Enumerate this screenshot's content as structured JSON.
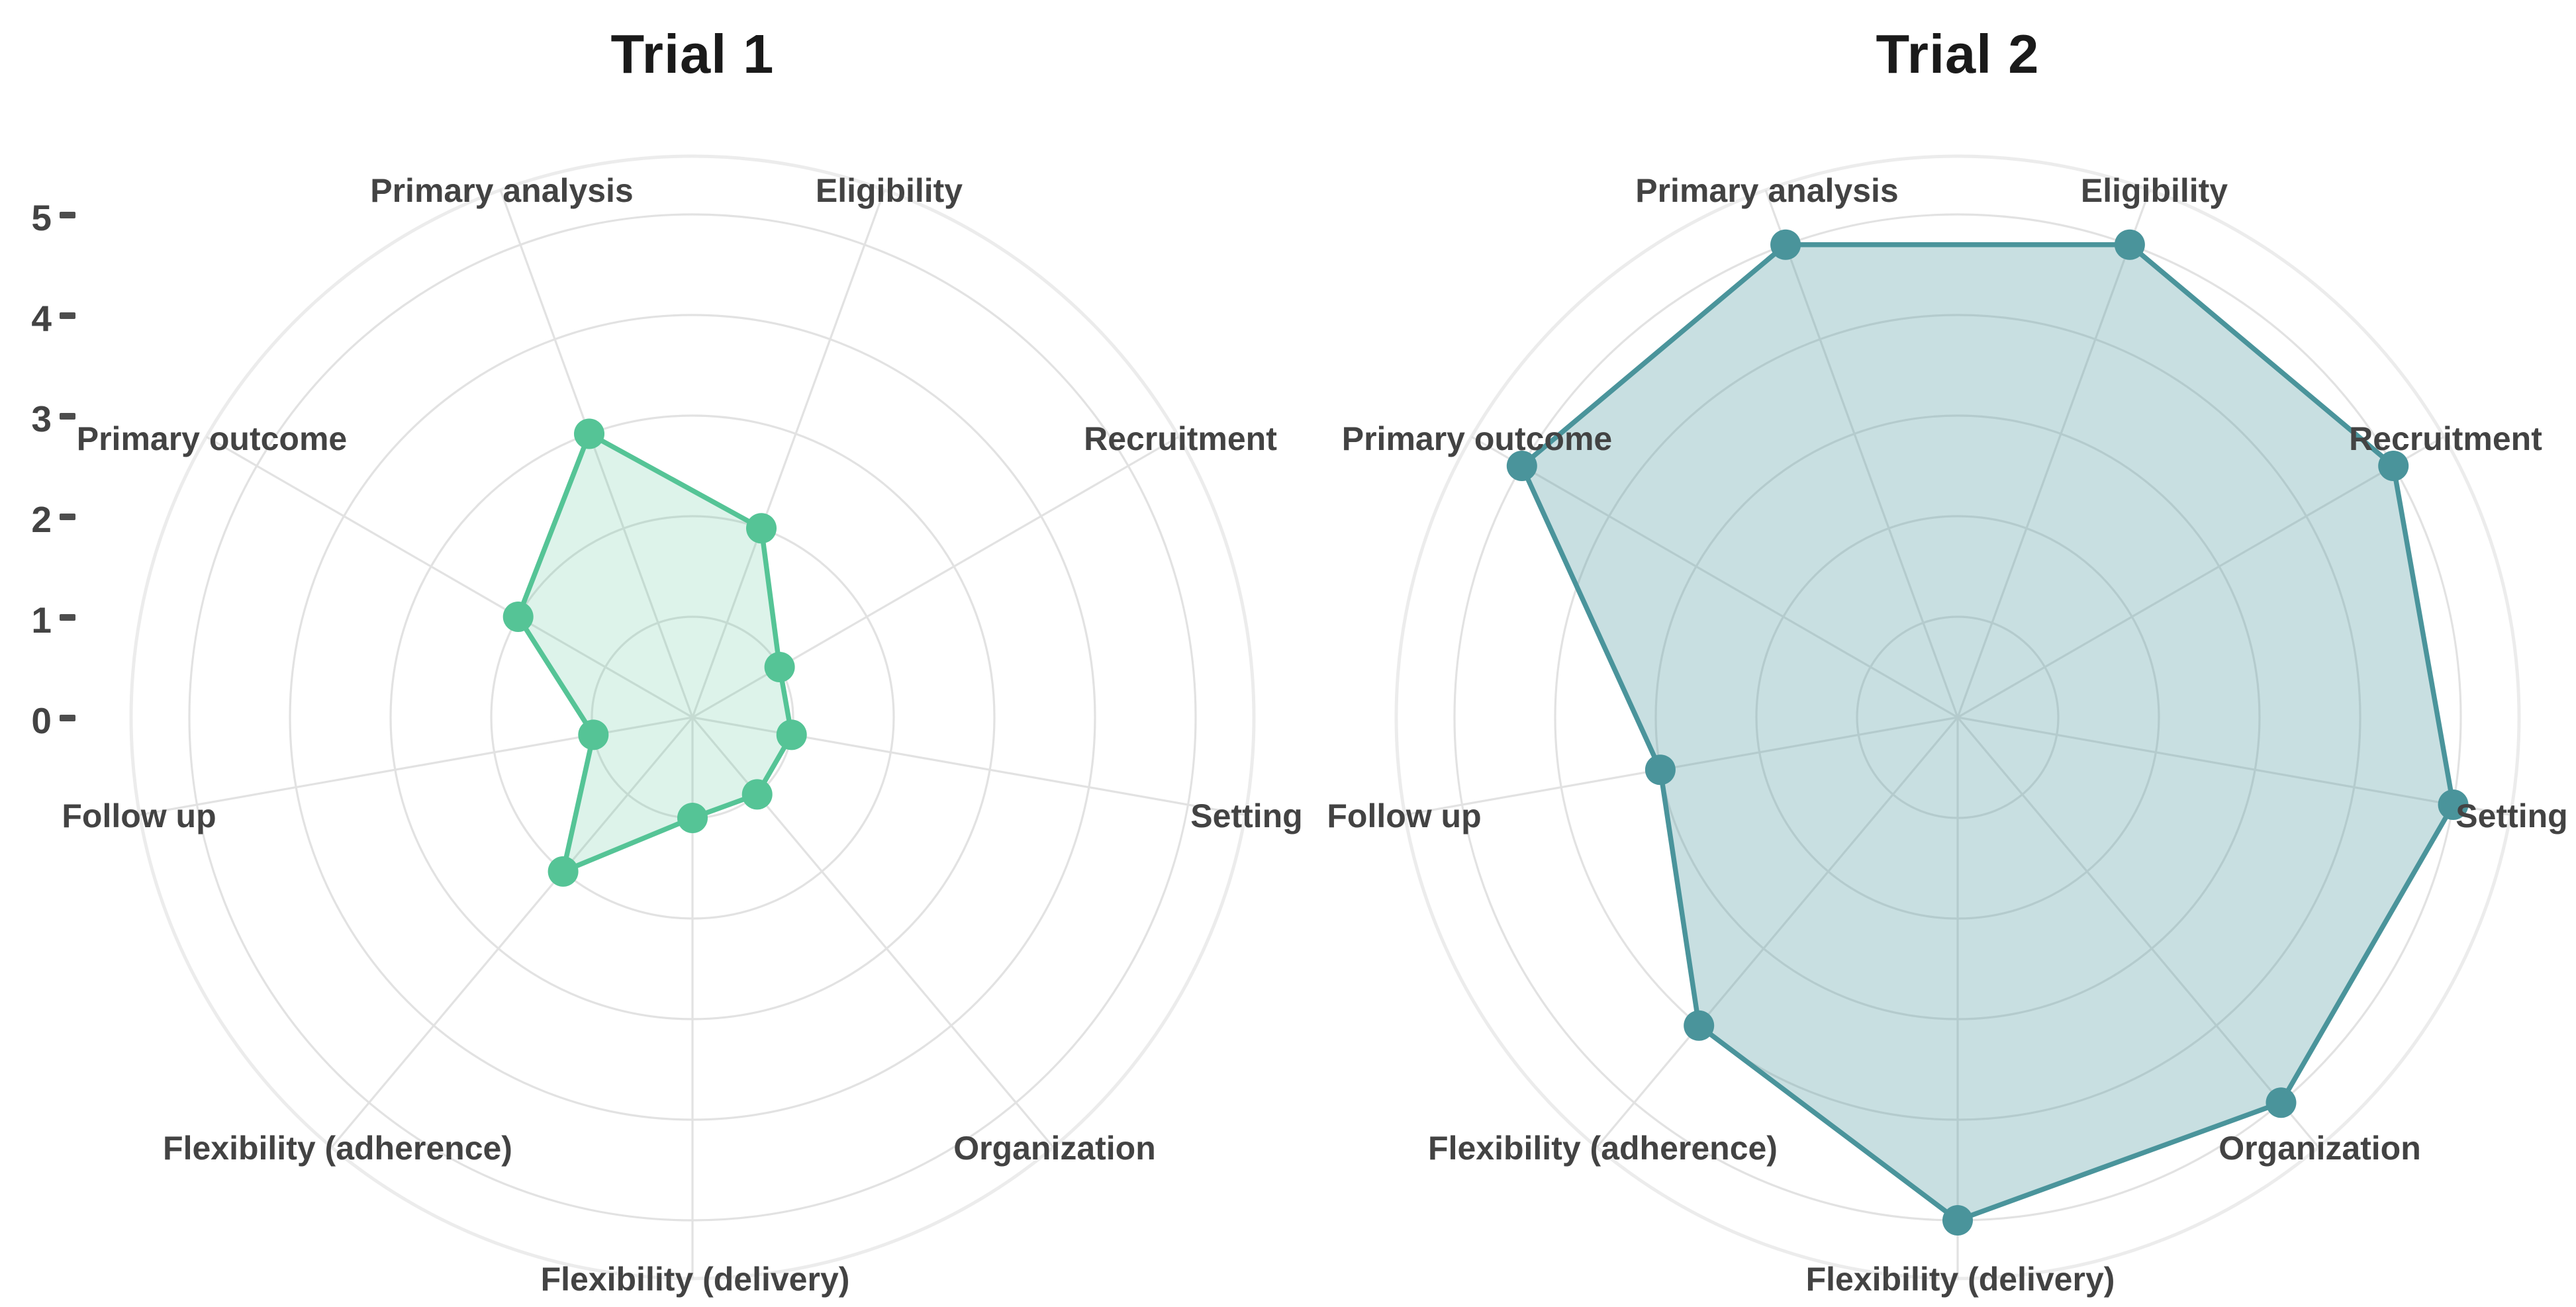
{
  "chart_data": {
    "type": "radar",
    "layout": "two-panel faceted radar (polar) charts, shared radial axis labels on far left",
    "categories": [
      "Eligibility",
      "Recruitment",
      "Setting",
      "Organization",
      "Flexibility (delivery)",
      "Flexibility (adherence)",
      "Follow up",
      "Primary outcome",
      "Primary analysis"
    ],
    "angles_deg": [
      70,
      30,
      350,
      310,
      270,
      230,
      190,
      150,
      110
    ],
    "radial_axis": {
      "min": 0,
      "max": 5,
      "ticks": [
        5,
        4,
        3,
        2,
        1,
        0
      ],
      "grid": true,
      "tick_side": "left-of-first-panel-only"
    },
    "legend": "none",
    "panels": [
      {
        "title": "Trial 1",
        "series_name": "Trial 1",
        "color": "#55c496",
        "fill": "rgba(85,196,150,0.20)",
        "values": [
          2,
          1,
          1,
          1,
          1,
          2,
          1,
          2,
          3
        ]
      },
      {
        "title": "Trial 2",
        "series_name": "Trial 2",
        "color": "#4a949b",
        "fill": "rgba(74,148,155,0.30)",
        "values": [
          5,
          5,
          5,
          5,
          5,
          4,
          3,
          5,
          5
        ]
      }
    ]
  },
  "colors": {
    "background": "#ffffff",
    "grid_ring": "#e2e2e2",
    "outer_boundary_ring": "#ececec",
    "spoke": "#e2e2e2",
    "title_text": "#1a1a1a",
    "category_label_text": "#434343",
    "tick_label_text": "#434343",
    "tick_dash": "#4d4d4d"
  }
}
